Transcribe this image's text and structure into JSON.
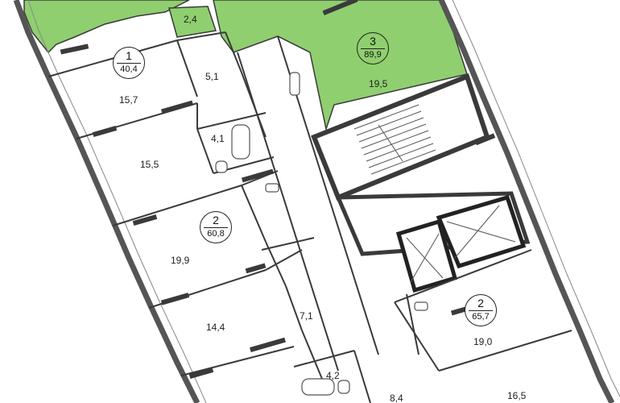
{
  "colors": {
    "highlight": "#8fcf6f",
    "wall": "#3a3a3a",
    "window": "#555555",
    "text": "#222222"
  },
  "apartments": [
    {
      "number": "1",
      "area": "40,4",
      "highlighted": false
    },
    {
      "number": "3",
      "area": "89,9",
      "highlighted": true
    },
    {
      "number": "2",
      "area": "60,8",
      "highlighted": false
    },
    {
      "number": "2",
      "area": "65,7",
      "highlighted": false
    }
  ],
  "room_areas": {
    "a": "2,4",
    "b": "5,1",
    "c": "15,7",
    "d": "19,5",
    "e": "4,1",
    "f": "15,5",
    "g": "19,9",
    "h": "7,1",
    "i": "14,4",
    "j": "19,0",
    "k": "4,2",
    "l": "8,4",
    "m": "16,5"
  }
}
